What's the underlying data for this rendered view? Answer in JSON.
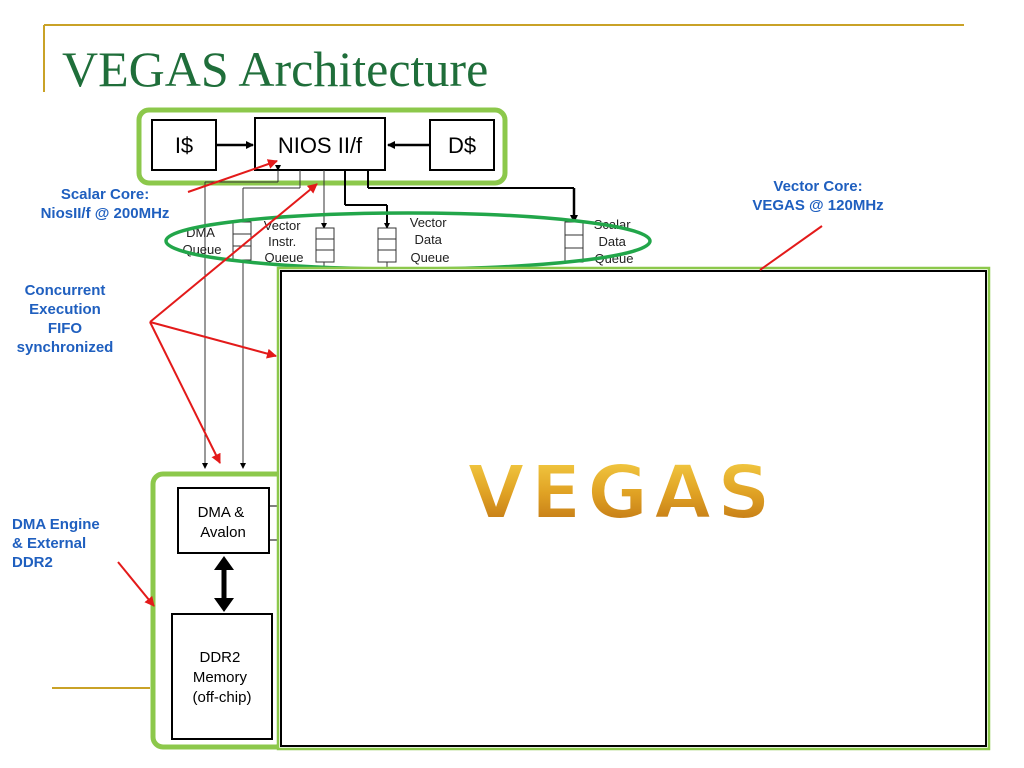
{
  "slide": {
    "title": "VEGAS Architecture"
  },
  "scalar_core": {
    "icache": "I$",
    "cpu": "NIOS II/f",
    "dcache": "D$"
  },
  "queues": {
    "dma": [
      "DMA",
      "Queue"
    ],
    "vector_instr": [
      "Vector",
      "Instr.",
      "Queue"
    ],
    "vector_data": [
      "Vector",
      "Data",
      "Queue"
    ],
    "scalar_data": [
      "Scalar",
      "Data",
      "Queue"
    ]
  },
  "memory": {
    "dma_block": [
      "DMA &",
      "Avalon"
    ],
    "ddr2_block": [
      "DDR2",
      "Memory",
      "(off-chip)"
    ]
  },
  "vector_block": {
    "label": "VEGAS"
  },
  "callouts": {
    "scalar": [
      "Scalar Core:",
      "NiosII/f @ 200MHz"
    ],
    "vector": [
      "Vector Core:",
      "VEGAS @ 120MHz"
    ],
    "concurrent": [
      "Concurrent",
      "Execution",
      "FIFO",
      "synchronized"
    ],
    "dma_engine": [
      "DMA Engine",
      "& External",
      "DDR2"
    ]
  },
  "colors": {
    "title": "#1f6e3a",
    "accent_gold": "#c9a227",
    "highlight_green": "#8cc84b",
    "ellipse_green": "#22a64a",
    "callout_blue": "#1f5fbf",
    "arrow_red": "#e31a1a",
    "vegas_gold": "#d9961a"
  }
}
